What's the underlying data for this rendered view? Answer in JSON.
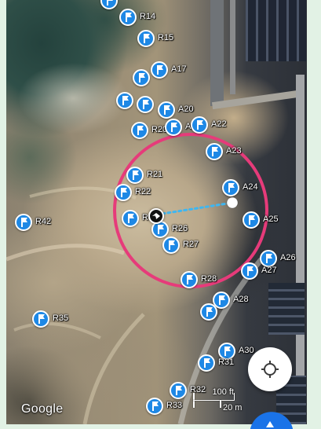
{
  "map": {
    "markers": [
      {
        "label": "R14"
      },
      {
        "label": "R15"
      },
      {
        "label": "A17"
      },
      {
        "label": "A20"
      },
      {
        "label": "R20"
      },
      {
        "label": "A21"
      },
      {
        "label": "A22"
      },
      {
        "label": "A23"
      },
      {
        "label": "R21"
      },
      {
        "label": "R22"
      },
      {
        "label": "A24"
      },
      {
        "label": "A25"
      },
      {
        "label": "R42"
      },
      {
        "label": "R"
      },
      {
        "label": "R26"
      },
      {
        "label": "R27"
      },
      {
        "label": "A26"
      },
      {
        "label": "A27"
      },
      {
        "label": "R28"
      },
      {
        "label": "A28"
      },
      {
        "label": "R35"
      },
      {
        "label": "A30"
      },
      {
        "label": "R31"
      },
      {
        "label": "R32"
      },
      {
        "label": "R33"
      }
    ]
  },
  "scale": {
    "imperial": "100 ft",
    "metric": "20 m"
  },
  "attribution": {
    "logo": "Google"
  },
  "icons": {
    "marker": "flag-icon",
    "user_location": "navigation-arrow-icon",
    "my_location_button": "crosshair-icon",
    "fab": "directions-icon"
  },
  "colors": {
    "marker_fill": "#1e88e5",
    "marker_border": "#ffffff",
    "accuracy_ring": "#e63b7a",
    "route_line": "#3fb6f0",
    "fab": "#1a73e8",
    "frame": "#e2f2e5"
  }
}
